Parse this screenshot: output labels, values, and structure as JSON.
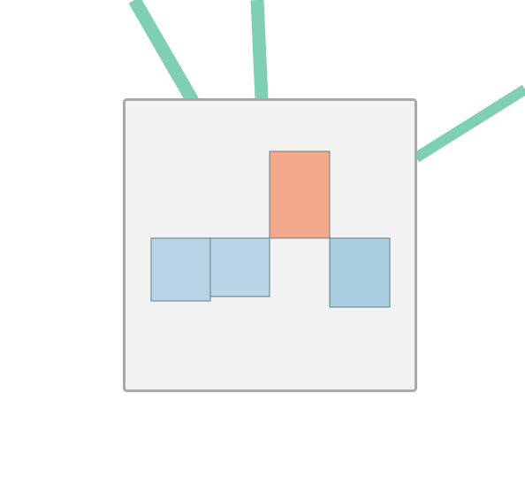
{
  "colors": {
    "edge": "#7fcfb3",
    "node_fill": "#f2f2f2",
    "node_border": "#a9a9a9",
    "cell_blue_1": "#b7d3e6",
    "cell_blue_2": "#bad5e7",
    "cell_blue_3": "#abcde0",
    "cell_orange": "#f2a98b",
    "background": "#ffffff"
  },
  "node": {
    "cells": [
      {
        "id": "cell-left",
        "color_key": "cell_blue_1"
      },
      {
        "id": "cell-middle",
        "color_key": "cell_blue_2"
      },
      {
        "id": "cell-top",
        "color_key": "cell_orange"
      },
      {
        "id": "cell-right",
        "color_key": "cell_blue_3"
      }
    ]
  },
  "edges": [
    {
      "id": "edge-left"
    },
    {
      "id": "edge-middle"
    },
    {
      "id": "edge-right"
    }
  ]
}
